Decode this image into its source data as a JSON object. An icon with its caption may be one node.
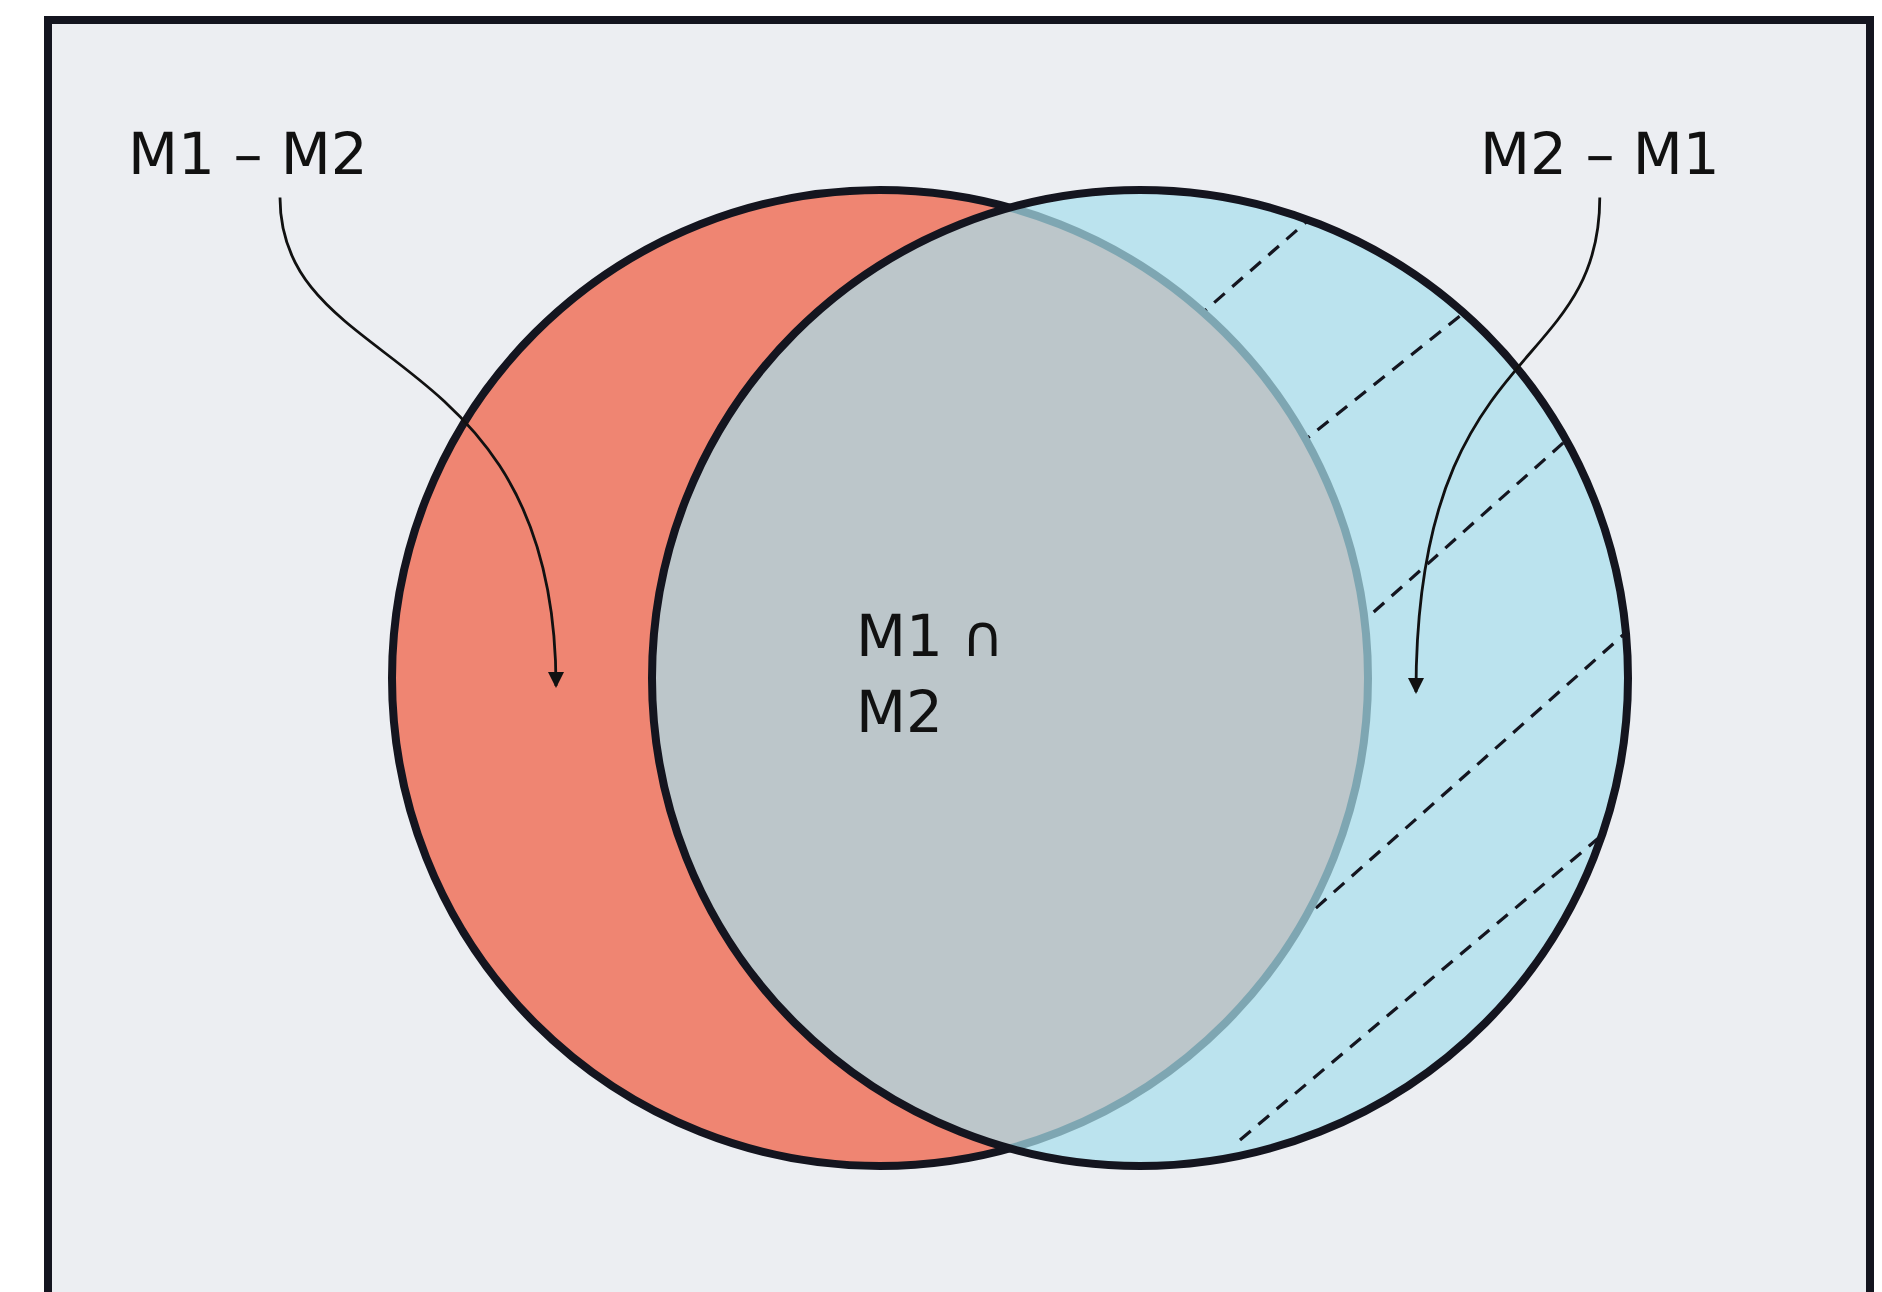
{
  "diagram": {
    "nodes": [
      {
        "text": [
          "M1 – M2"
        ]
      },
      {
        "text": [
          "M2 – M1"
        ]
      },
      {
        "text": [],
        "shape": "circle"
      },
      {
        "text": [],
        "shape": "circle"
      }
    ],
    "edges": [
      {
        "from": 0,
        "to": 2,
        "arrow": "to"
      },
      {
        "from": 1,
        "to": 3,
        "arrow": "to"
      }
    ],
    "labels": [
      "M1 ∩ M2"
    ]
  }
}
